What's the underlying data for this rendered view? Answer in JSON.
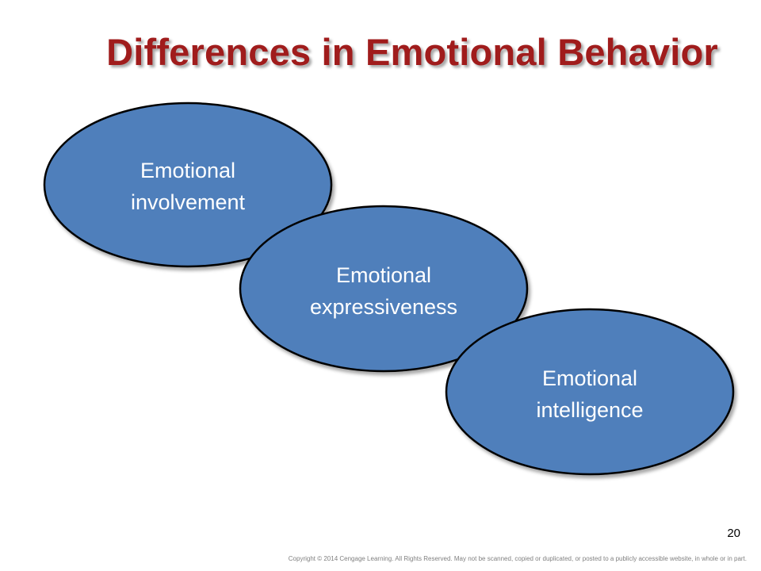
{
  "slide": {
    "title": "Differences in Emotional Behavior",
    "page_number": "20",
    "copyright": "Copyright © 2014 Cengage Learning. All Rights Reserved. May not be scanned, copied or duplicated, or posted to a publicly accessible website, in whole or in part."
  },
  "ovals": [
    {
      "line1": "Emotional",
      "line2": "involvement"
    },
    {
      "line1": "Emotional",
      "line2": "expressiveness"
    },
    {
      "line1": "Emotional",
      "line2": "intelligence"
    }
  ],
  "colors": {
    "title": "#a01c1c",
    "oval_fill": "#4f7fbb",
    "oval_stroke": "#000000",
    "oval_text": "#ffffff"
  }
}
